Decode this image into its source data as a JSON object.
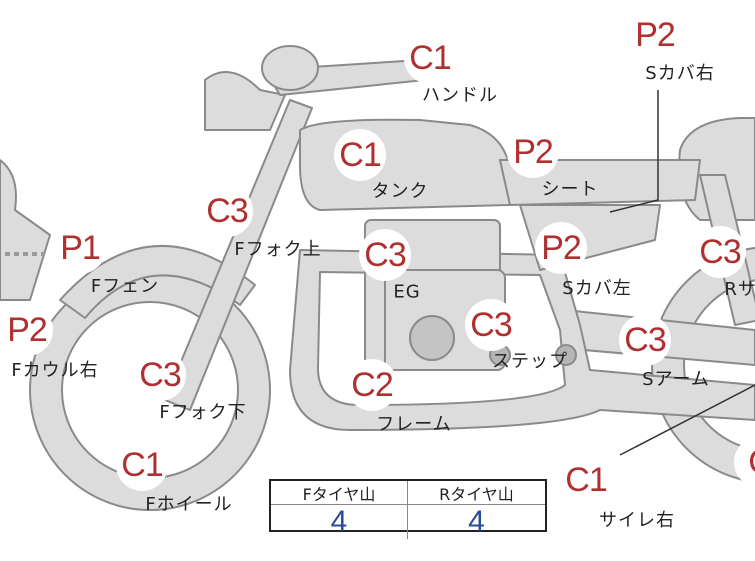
{
  "badge_color": "#b03030",
  "value_color": "#2a4a9a",
  "parts": [
    {
      "id": "handle",
      "code": "C1",
      "label": "ハンドル"
    },
    {
      "id": "tank",
      "code": "C1",
      "label": "タンク"
    },
    {
      "id": "seat",
      "code": "P2",
      "label": "シート"
    },
    {
      "id": "scover-r",
      "code": "P2",
      "label": "Sカバ右"
    },
    {
      "id": "scover-l",
      "code": "P2",
      "label": "Sカバ左"
    },
    {
      "id": "ffork-upper",
      "code": "C3",
      "label": "Fフォク上"
    },
    {
      "id": "eg",
      "code": "C3",
      "label": "EG"
    },
    {
      "id": "rsus",
      "code": "C3",
      "label": "Rサス"
    },
    {
      "id": "ffender",
      "code": "P1",
      "label": "Fフェン"
    },
    {
      "id": "step",
      "code": "C3",
      "label": "ステップ"
    },
    {
      "id": "sarm",
      "code": "C3",
      "label": "Sアーム"
    },
    {
      "id": "fcowl-r",
      "code": "P2",
      "label": "Fカウル右"
    },
    {
      "id": "ffork-lower",
      "code": "C3",
      "label": "Fフォク下"
    },
    {
      "id": "frame",
      "code": "C2",
      "label": "フレーム"
    },
    {
      "id": "fwheel",
      "code": "C1",
      "label": "Fホイール"
    },
    {
      "id": "muffler-r",
      "code": "C1",
      "label": "サイレ右"
    },
    {
      "id": "rwheel",
      "code": "C"
    }
  ],
  "tire_table": {
    "front_header": "Fタイヤ山",
    "rear_header": "Rタイヤ山",
    "front_value": "4",
    "rear_value": "4"
  }
}
